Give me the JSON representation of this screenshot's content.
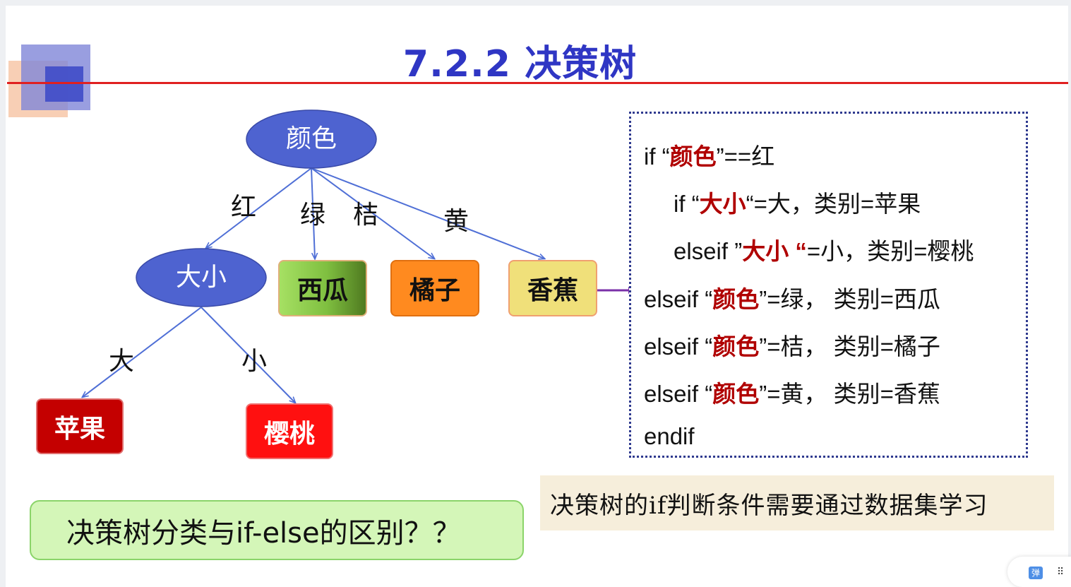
{
  "title": "7.2.2 决策树",
  "tree": {
    "root": "颜色",
    "size_node": "大小",
    "edges": {
      "red": "红",
      "green": "绿",
      "orange": "桔",
      "yellow": "黄",
      "big": "大",
      "small": "小"
    },
    "leaves": {
      "watermelon": "西瓜",
      "orange": "橘子",
      "banana": "香蕉",
      "apple": "苹果",
      "cherry": "樱桃"
    }
  },
  "code": {
    "l1": {
      "a": "if “",
      "k": "颜色",
      "b": "”==红"
    },
    "l2": {
      "a": "if “",
      "k": "大小",
      "b": "“=大，类别=苹果"
    },
    "l3": {
      "a": "elseif ”",
      "k": "大小 “",
      "b": "=小，类别=樱桃"
    },
    "l4": {
      "a": "elseif “",
      "k": "颜色",
      "b": "”=绿，  类别=西瓜"
    },
    "l5": {
      "a": "elseif  “",
      "k": "颜色",
      "b": "”=桔，  类别=橘子"
    },
    "l6": {
      "a": "elseif  “",
      "k": "颜色",
      "b": "”=黄，  类别=香蕉"
    },
    "l7": "endif"
  },
  "question": "决策树分类与if-else的区别？？",
  "note": "决策树的if判断条件需要通过数据集学习",
  "corner": {
    "icon": "弹",
    "dots": "⠿",
    "icon_name": "danmaku-icon"
  },
  "colors": {
    "title": "#2f36c4",
    "ellipse": "#4e63d0",
    "watermelon": "#7fc241",
    "orange": "#ff8a1f",
    "banana": "#f0e07a",
    "apple": "#c40000",
    "cherry": "#ff1010",
    "keyword": "#b00000"
  }
}
